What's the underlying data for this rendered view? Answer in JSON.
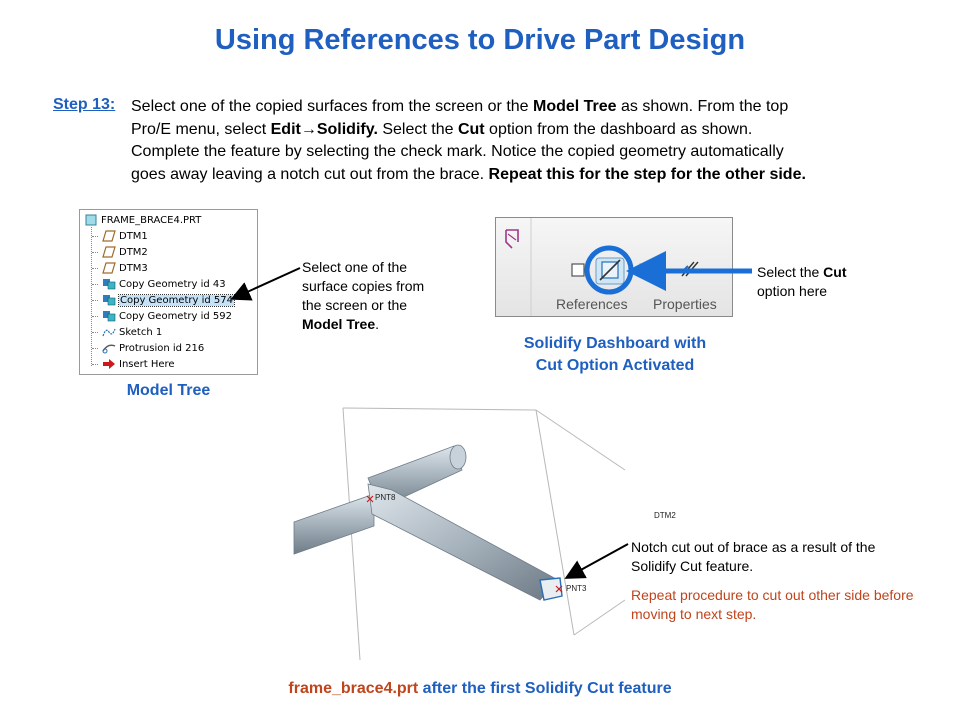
{
  "title": "Using References to Drive Part Design",
  "step": {
    "label": "Step 13:",
    "lines": [
      [
        {
          "t": "Select one of the copied surfaces from the screen or the "
        },
        {
          "t": "Model Tree",
          "b": true
        },
        {
          "t": " as shown. From the top"
        }
      ],
      [
        {
          "t": "Pro/E menu, select "
        },
        {
          "t": "Edit→Solidify.",
          "b": true
        },
        {
          "t": "  Select the "
        },
        {
          "t": "Cut",
          "b": true
        },
        {
          "t": " option from the dashboard as shown."
        }
      ],
      [
        {
          "t": "Complete the feature by selecting the check mark. Notice the copied geometry automatically"
        }
      ],
      [
        {
          "t": "goes away leaving a notch cut out from the brace. "
        },
        {
          "t": "Repeat this for the step for the other side.",
          "b": true
        }
      ]
    ]
  },
  "model_tree": {
    "root": "FRAME_BRACE4.PRT",
    "items": [
      {
        "label": "DTM1",
        "icon": "datum-plane-icon"
      },
      {
        "label": "DTM2",
        "icon": "datum-plane-icon"
      },
      {
        "label": "DTM3",
        "icon": "datum-plane-icon"
      },
      {
        "label": "Copy Geometry id 43",
        "icon": "copy-geometry-icon"
      },
      {
        "label": "Copy Geometry id 574",
        "icon": "copy-geometry-icon",
        "selected": true
      },
      {
        "label": "Copy Geometry id 592",
        "icon": "copy-geometry-icon"
      },
      {
        "label": "Sketch 1",
        "icon": "sketch-icon"
      },
      {
        "label": "Protrusion id 216",
        "icon": "protrusion-icon"
      },
      {
        "label": "Insert Here",
        "icon": "insert-here-arrow-icon"
      }
    ],
    "caption": "Model Tree"
  },
  "tree_callout": {
    "lines": [
      [
        {
          "t": "Select one of the"
        }
      ],
      [
        {
          "t": "surface copies from"
        }
      ],
      [
        {
          "t": "the screen or the"
        }
      ],
      [
        {
          "t": "Model Tree",
          "b": true
        },
        {
          "t": "."
        }
      ]
    ]
  },
  "dashboard": {
    "tabs": [
      "References",
      "Properties"
    ],
    "caption_line1": "Solidify Dashboard with",
    "caption_line2": "Cut Option Activated"
  },
  "cut_callout": {
    "lines": [
      [
        {
          "t": "Select the "
        },
        {
          "t": "Cut",
          "b": true
        }
      ],
      [
        {
          "t": "option here"
        }
      ]
    ]
  },
  "model_labels": {
    "pnt8": "PNT8",
    "pnt3": "PNT3",
    "dtm2": "DTM2"
  },
  "notch_text": "Notch cut out of brace as a result of the Solidify Cut feature.",
  "repeat_text": "Repeat procedure to cut out other side before moving to next step.",
  "bottom_caption": {
    "file": "frame_brace4.prt",
    "rest": " after the first Solidify Cut feature"
  },
  "colors": {
    "title_blue": "#1f5fbf",
    "accent_orange": "#c0441c",
    "highlight_blue": "#1a6fd6"
  }
}
